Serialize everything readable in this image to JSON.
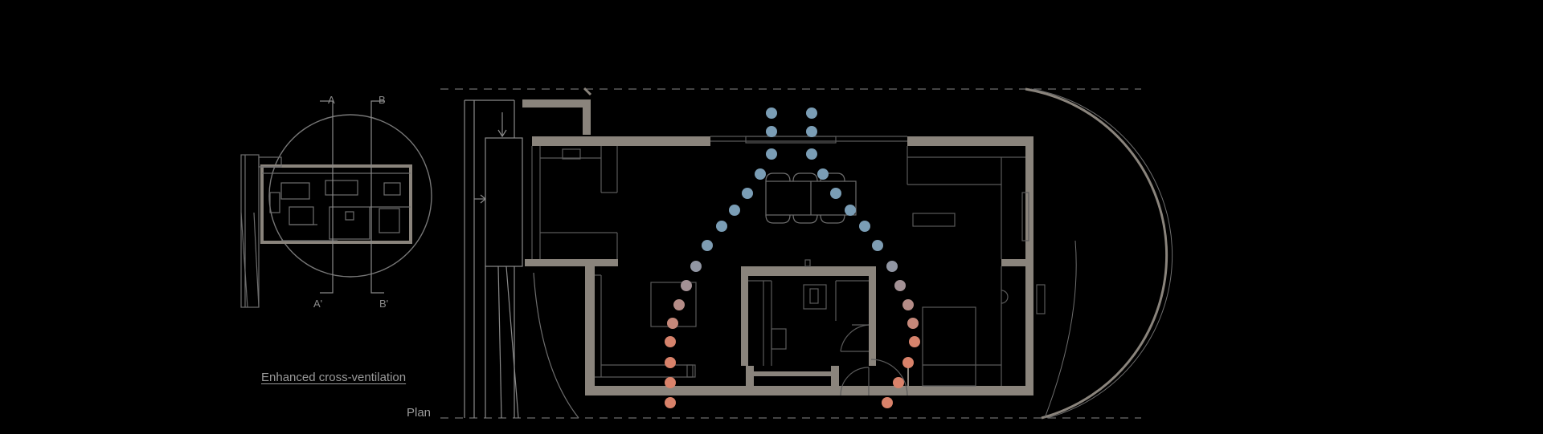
{
  "caption": "Enhanced cross-ventilation",
  "plan_label": "Plan",
  "section_markers": {
    "a": "A",
    "b": "B",
    "a_prime": "A'",
    "b_prime": "B'"
  },
  "colors": {
    "background": "#000000",
    "wall": "#8a847c",
    "line": "#6e6e6e",
    "fine_line": "#4a4a4a",
    "airflow_in": "#7a9db5",
    "airflow_out": "#d9826a"
  }
}
